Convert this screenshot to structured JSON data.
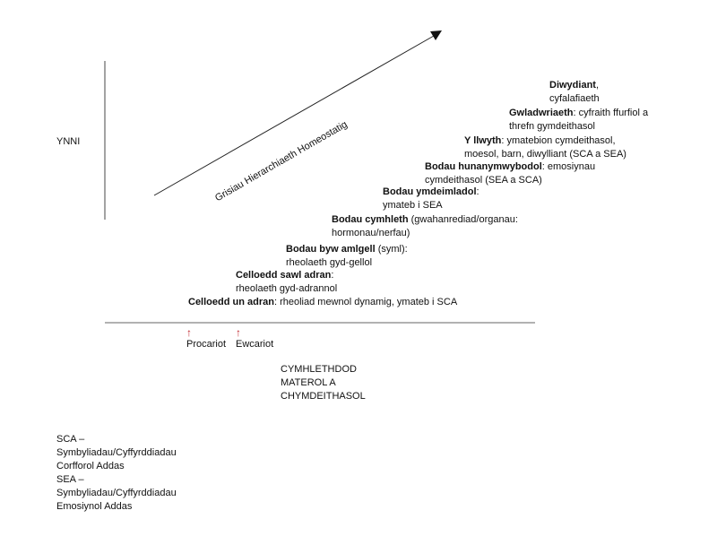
{
  "axis_label": "YNNI",
  "arrow_label": "Grisiau Hierarchiaeth Homeostatig",
  "steps": [
    {
      "bold": "Celloedd un adran",
      "rest": ": rheoliad mewnol dynamig, ymateb i SCA",
      "line2": ""
    },
    {
      "bold": "Celloedd sawl adran",
      "rest": ":",
      "line2": "rheolaeth gyd-adrannol"
    },
    {
      "bold": "Bodau byw amlgell",
      "rest": " (syml):",
      "line2": "rheolaeth gyd-gellol"
    },
    {
      "bold": "Bodau cymhleth",
      "rest": " (gwahanrediad/organau:",
      "line2": "hormonau/nerfau)"
    },
    {
      "bold": "Bodau ymdeimladol",
      "rest": ":",
      "line2": "ymateb i SEA"
    },
    {
      "bold": "Bodau hunanymwybodol",
      "rest": ": emosiynau",
      "line2": "cymdeithasol (SEA a SCA)"
    },
    {
      "bold": "Y  llwyth",
      "rest": ": ymatebion cymdeithasol,",
      "line2": "moesol, barn, diwylliant (SCA a SEA)"
    },
    {
      "bold": "Gwladwriaeth",
      "rest": ": cyfraith ffurfiol a",
      "line2": "threfn gymdeithasol"
    },
    {
      "bold": "Diwydiant",
      "rest": ",",
      "line2": "cyfalafiaeth"
    }
  ],
  "markers": [
    {
      "label": "Procariot"
    },
    {
      "label": "Ewcariot"
    }
  ],
  "complexity_label": [
    "CYMHLETHDOD",
    "MATEROL A",
    "CHYMDEITHASOL"
  ],
  "legend": [
    "SCA –",
    "Symbyliadau/Cyffyrddiadau",
    "Corfforol Addas",
    "SEA –",
    "Symbyliadau/Cyffyrddiadau",
    "Emosiynol Addas"
  ],
  "colors": {
    "marker": "#c0262d",
    "line": "#555555"
  }
}
